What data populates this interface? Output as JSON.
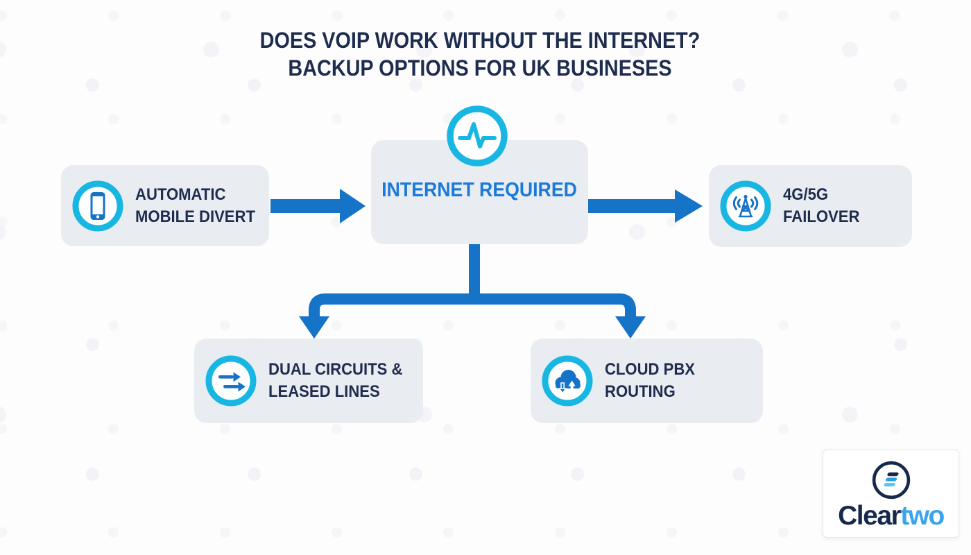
{
  "colors": {
    "bg": "#fdfdfe",
    "navy": "#1e2c4e",
    "blue": "#1573c8",
    "bright-blue": "#1b7ad8",
    "cyan": "#18b7e3",
    "box-bg": "#e9ecf1",
    "logo-navy": "#16294d",
    "logo-mid": "#2d9fe6",
    "logo-light": "#5cc6f2",
    "card-border": "#e7e8ea"
  },
  "title": {
    "line1": "DOES VOIP WORK WITHOUT THE INTERNET?",
    "line2": "BACKUP OPTIONS FOR UK BUSINESES"
  },
  "nodes": {
    "center": {
      "label": "INTERNET REQUIRED",
      "icon": "pulse-icon"
    },
    "left": {
      "line1": "AUTOMATIC",
      "line2": "MOBILE DIVERT",
      "icon": "mobile-phone-icon"
    },
    "right": {
      "line1": "4G/5G",
      "line2": "FAILOVER",
      "icon": "cell-tower-icon"
    },
    "bottom_left": {
      "line1": "DUAL CIRCUITS &",
      "line2": "LEASED LINES",
      "icon": "dual-arrows-icon"
    },
    "bottom_right": {
      "line1": "CLOUD PBX",
      "line2": "ROUTING",
      "icon": "cloud-sync-icon"
    }
  },
  "connectors": [
    "center-to-left-reverse-arrow",
    "center-to-right-arrow",
    "center-split-down-to-bottom-left-and-bottom-right"
  ],
  "logo": {
    "text_primary": "Clear",
    "text_secondary": "two",
    "icon": "cleartwo-logo-mark"
  }
}
